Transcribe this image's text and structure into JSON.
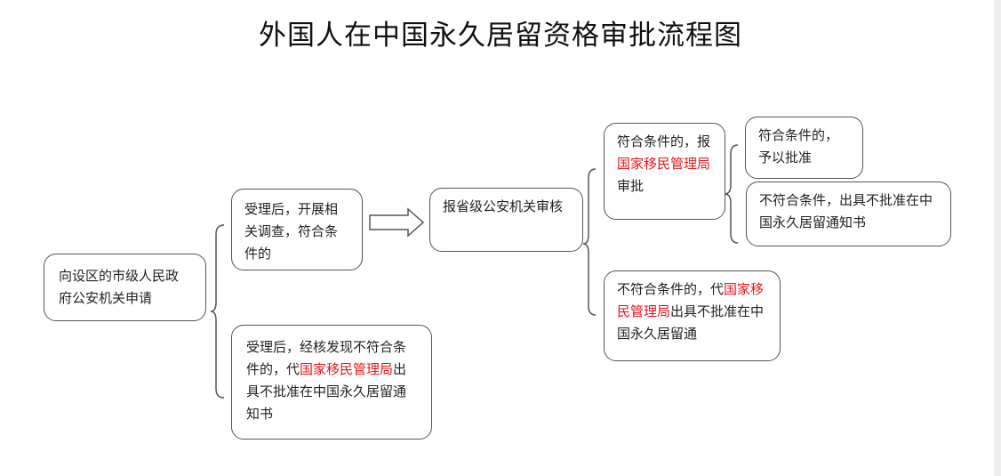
{
  "title": "外国人在中国永久居留资格审批流程图",
  "colors": {
    "highlight": "#e8151b",
    "border": "#555555"
  },
  "boxes": {
    "apply": {
      "segments": [
        {
          "text": "向设区的市级人民政府公安机关申请"
        }
      ]
    },
    "accepted_ok": {
      "segments": [
        {
          "text": "受理后，开展相关调查，符合条件的"
        }
      ]
    },
    "accepted_fail": {
      "segments": [
        {
          "text": "受理后，经核发现不符合条件的，代"
        },
        {
          "text": "国家移民管理局",
          "red": true
        },
        {
          "text": "出具不批准在中国永久居留通知书"
        }
      ]
    },
    "provincial": {
      "segments": [
        {
          "text": "报省级公安机关审核"
        }
      ]
    },
    "prov_ok": {
      "segments": [
        {
          "text": "符合条件的，报"
        },
        {
          "text": "国家移民管理局",
          "red": true
        },
        {
          "text": "审批"
        }
      ]
    },
    "prov_fail": {
      "segments": [
        {
          "text": "不符合条件的，代"
        },
        {
          "text": "国家移民管理局",
          "red": true
        },
        {
          "text": "出具不批准在中国永久居留通"
        }
      ]
    },
    "nia_ok": {
      "segments": [
        {
          "text": "符合条件的，予以批准"
        }
      ]
    },
    "nia_fail": {
      "segments": [
        {
          "text": "不符合条件，出具不批准在中国永久居留通知书"
        }
      ]
    }
  }
}
